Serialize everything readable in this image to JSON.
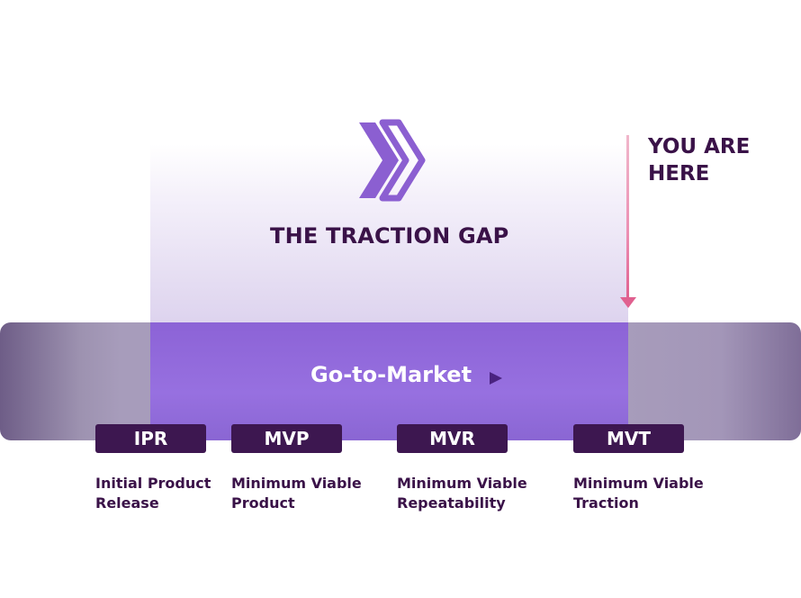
{
  "diagram": {
    "title": "THE TRACTION GAP",
    "go_to_market": "Go-to-Market",
    "marker_text": "YOU ARE\nHERE",
    "stages": [
      {
        "code": "IPR",
        "line1": "Initial Product",
        "line2": "Release"
      },
      {
        "code": "MVP",
        "line1": "Minimum Viable",
        "line2": "Product"
      },
      {
        "code": "MVR",
        "line1": "Minimum Viable",
        "line2": "Repeatability"
      },
      {
        "code": "MVT",
        "line1": "Minimum Viable",
        "line2": "Traction"
      }
    ]
  },
  "icons": {
    "logo": "double-chevron-right-icon",
    "play": "play-triangle-icon",
    "marker": "down-arrow-icon"
  },
  "colors": {
    "brand_dark": "#3d1750",
    "brand_purple": "#8c63d6",
    "logo_purple": "#8b5fd1",
    "marker_pink": "#e0608f",
    "bar_muted": "#a79cbb"
  }
}
